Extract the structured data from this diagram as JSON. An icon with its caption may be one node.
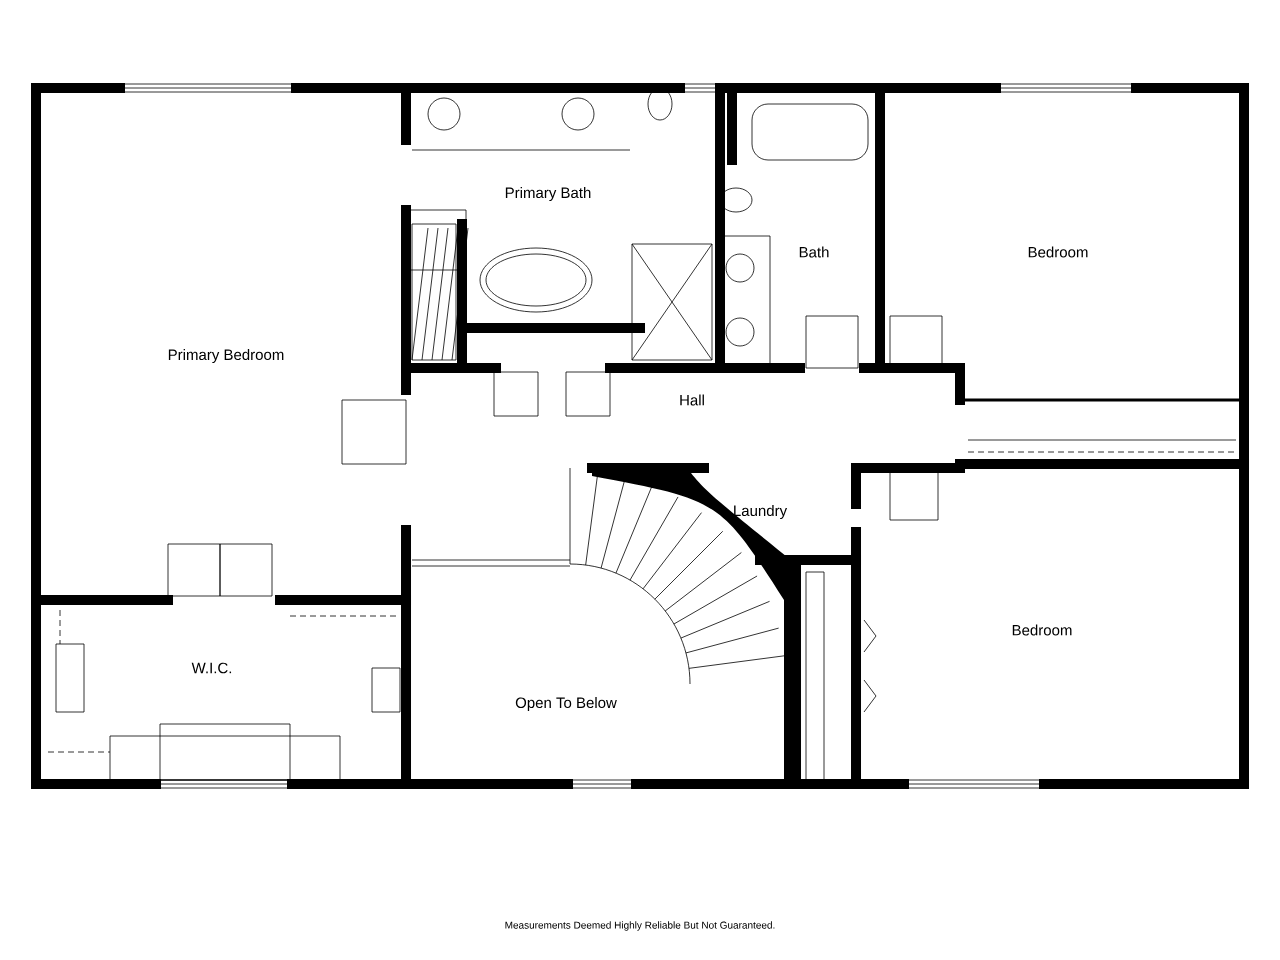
{
  "diagram": {
    "labels": [
      "Primary Bath",
      "Bath",
      "Bedroom",
      "Primary Bedroom",
      "Hall",
      "Laundry",
      "W.I.C.",
      "Bedroom",
      "Open To Below"
    ],
    "caption": "Measurements Deemed Highly Reliable But Not Guaranteed."
  }
}
